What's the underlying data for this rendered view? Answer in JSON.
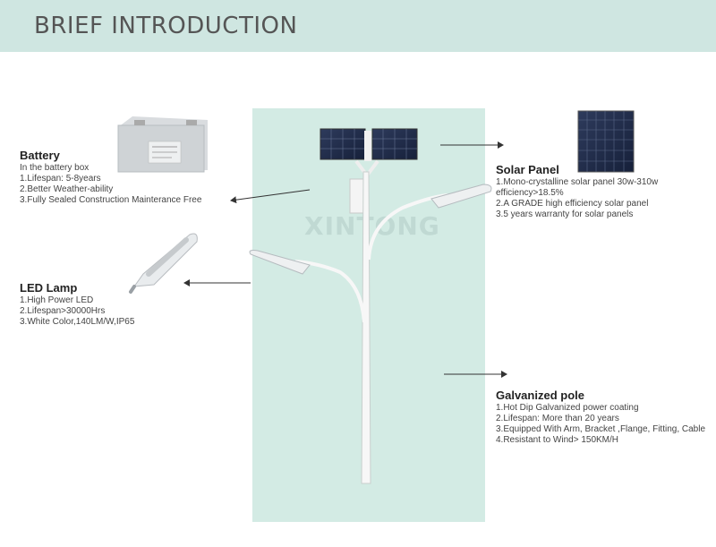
{
  "header": {
    "title": "BRIEF INTRODUCTION"
  },
  "watermark": "XINTONG",
  "battery": {
    "title": "Battery",
    "lines": [
      "In the  battery box",
      "1.Lifespan: 5-8years",
      "2.Better Weather-ability",
      "3.Fully Sealed Construction  Mainterance Free"
    ]
  },
  "led": {
    "title": "LED Lamp",
    "lines": [
      "1.High Power LED",
      "2.Lifespan>30000Hrs",
      "3.White Color,140LM/W,IP65"
    ]
  },
  "solar": {
    "title": "Solar Panel",
    "lines": [
      " 1.Mono-crystalline solar panel 30w-310w",
      "efficiency>18.5%",
      " 2.A GRADE high efficiency solar panel",
      " 3.5 years warranty for solar panels"
    ]
  },
  "pole": {
    "title": "Galvanized pole",
    "lines": [
      "1.Hot Dip Galvanized power coating",
      "2.Lifespan: More than 20 years",
      "3.Equipped With Arm, Bracket ,Flange, Fitting, Cable",
      "4.Resistant to Wind> 150KM/H"
    ]
  },
  "colors": {
    "header_bg": "#cfe6e1",
    "panel_bg": "#d3ebe4",
    "solar_blue": "#1f2a44",
    "pole_white": "#f7f7f7"
  },
  "icons": [
    "battery-icon",
    "led-lamp-icon",
    "solar-panel-icon",
    "street-light-icon",
    "arrow-icon"
  ]
}
